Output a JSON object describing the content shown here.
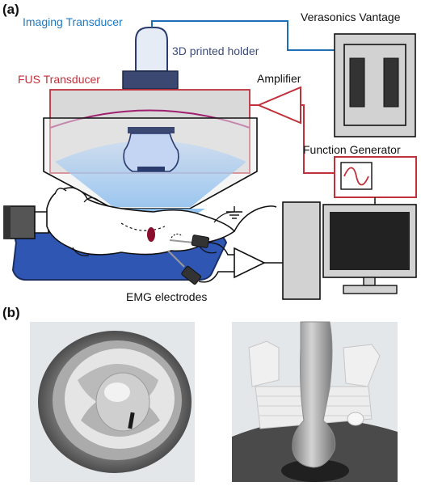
{
  "panel_a": {
    "label": "(a)",
    "imaging_transducer": "Imaging Transducer",
    "holder": "3D printed holder",
    "verasonics": "Verasonics Vantage",
    "fus_transducer": "FUS Transducer",
    "amplifier": "Amplifier",
    "function_generator": "Function Generator",
    "emg": "EMG electrodes"
  },
  "panel_b": {
    "label": "(b)"
  },
  "colors": {
    "imaging_wire": "#1f6fb4",
    "fus_wire": "#c0313b",
    "beam": "#9ec7f0",
    "fus_body": "#d7d7d7",
    "pad": "#2f56b3",
    "holder_text": "#3d4d7a",
    "imaging_text": "#1f7ac2",
    "fus_text": "#c0313b"
  }
}
